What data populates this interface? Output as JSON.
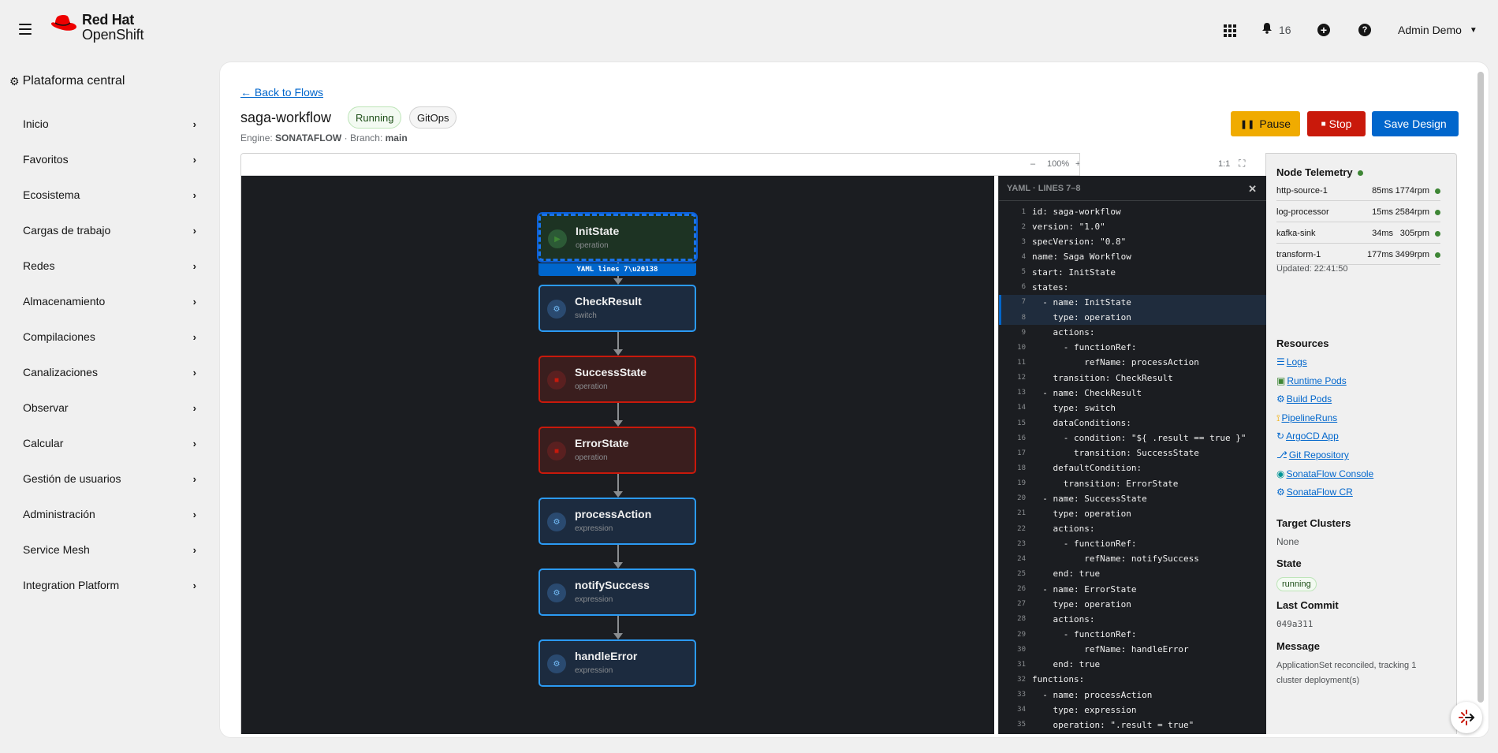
{
  "brand": {
    "line1": "Red Hat",
    "line2": "OpenShift"
  },
  "masthead": {
    "notifications": "16",
    "user": "Admin Demo"
  },
  "sidebar": {
    "title": "Plataforma central",
    "items": [
      "Inicio",
      "Favoritos",
      "Ecosistema",
      "Cargas de trabajo",
      "Redes",
      "Almacenamiento",
      "Compilaciones",
      "Canalizaciones",
      "Observar",
      "Calcular",
      "Gestión de usuarios",
      "Administración",
      "Service Mesh",
      "Integration Platform"
    ]
  },
  "flow": {
    "back": "← Back to Flows",
    "name": "saga-workflow",
    "status_badge": "Running",
    "source_badge": "GitOps",
    "engine_label": "Engine:",
    "engine": "SONATAFLOW",
    "branch_label": "· Branch:",
    "branch": "main",
    "buttons": {
      "pause": "Pause",
      "stop": "Stop",
      "save": "Save Design"
    }
  },
  "canvas_toolbar": {
    "zoom_out": "–",
    "zoom": "100%",
    "zoom_in": "+",
    "fit": "1:1",
    "fullscreen": "⛶"
  },
  "nodes": [
    {
      "title": "InitState",
      "sub": "operation",
      "kind": "init"
    },
    {
      "title": "CheckResult",
      "sub": "switch",
      "kind": "normal"
    },
    {
      "title": "SuccessState",
      "sub": "operation",
      "kind": "success"
    },
    {
      "title": "ErrorState",
      "sub": "operation",
      "kind": "success"
    },
    {
      "title": "processAction",
      "sub": "expression",
      "kind": "normal"
    },
    {
      "title": "notifySuccess",
      "sub": "expression",
      "kind": "normal"
    },
    {
      "title": "handleError",
      "sub": "expression",
      "kind": "normal"
    }
  ],
  "node_tag": "YAML lines 7\\u20138",
  "yaml": {
    "header": "YAML · LINES 7–8",
    "highlight": [
      7,
      8
    ],
    "lines": [
      "id: saga-workflow",
      "version: \"1.0\"",
      "specVersion: \"0.8\"",
      "name: Saga Workflow",
      "start: InitState",
      "states:",
      "  - name: InitState",
      "    type: operation",
      "    actions:",
      "      - functionRef:",
      "          refName: processAction",
      "    transition: CheckResult",
      "  - name: CheckResult",
      "    type: switch",
      "    dataConditions:",
      "      - condition: \"${ .result == true }\"",
      "        transition: SuccessState",
      "    defaultCondition:",
      "      transition: ErrorState",
      "  - name: SuccessState",
      "    type: operation",
      "    actions:",
      "      - functionRef:",
      "          refName: notifySuccess",
      "    end: true",
      "  - name: ErrorState",
      "    type: operation",
      "    actions:",
      "      - functionRef:",
      "          refName: handleError",
      "    end: true",
      "functions:",
      "  - name: processAction",
      "    type: expression",
      "    operation: \".result = true\""
    ]
  },
  "telemetry": {
    "title": "Node Telemetry",
    "rows": [
      {
        "name": "http-source-1",
        "ms": "85ms",
        "rpm": "1774rpm"
      },
      {
        "name": "log-processor",
        "ms": "15ms",
        "rpm": "2584rpm"
      },
      {
        "name": "kafka-sink",
        "ms": "34ms",
        "rpm": "305rpm"
      },
      {
        "name": "transform-1",
        "ms": "177ms",
        "rpm": "3499rpm"
      }
    ],
    "updated": "Updated: 22:41:50"
  },
  "resources": {
    "title": "Resources",
    "links": [
      {
        "icon": "☰",
        "label": "Logs",
        "color": "#0066cc"
      },
      {
        "icon": "▣",
        "label": "Runtime Pods",
        "color": "#3e8635"
      },
      {
        "icon": "⚙",
        "label": "Build Pods",
        "color": "#0066cc"
      },
      {
        "icon": "⟟",
        "label": "PipelineRuns",
        "color": "#f0ab00"
      },
      {
        "icon": "↻",
        "label": "ArgoCD App",
        "color": "#0066cc"
      },
      {
        "icon": "⎇",
        "label": "Git Repository",
        "color": "#0066cc"
      },
      {
        "icon": "◉",
        "label": "SonataFlow Console",
        "color": "#009596"
      },
      {
        "icon": "⚙",
        "label": "SonataFlow CR",
        "color": "#0066cc"
      }
    ]
  },
  "details": {
    "target_clusters_label": "Target Clusters",
    "target_clusters": "None",
    "state_label": "State",
    "state": "running",
    "last_commit_label": "Last Commit",
    "last_commit": "049a311",
    "message_label": "Message",
    "message": "ApplicationSet reconciled, tracking 1 cluster deployment(s)"
  }
}
